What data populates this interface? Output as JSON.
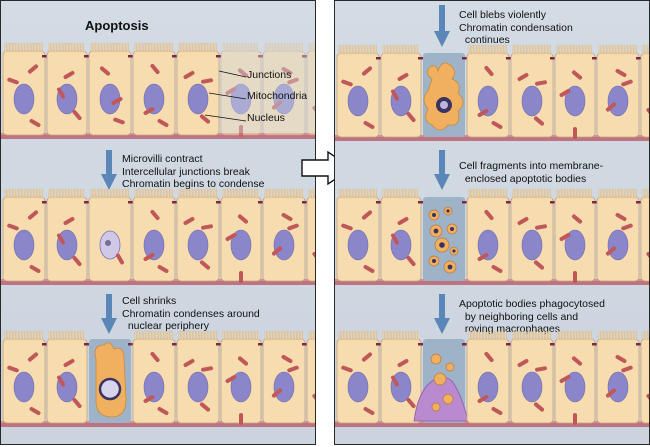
{
  "figure": {
    "title": "Apoptosis",
    "colors": {
      "background": "#cfd8e2",
      "cell_fill": "#f6dcae",
      "cell_stroke": "#c9a47a",
      "nucleus": "#8b86c9",
      "mitochondria": "#c0585a",
      "basement_membrane": "#b85a6a",
      "arrow": "#5b86b8",
      "dying_cell": "#f0b060",
      "condensed_chromatin": "#3a3360",
      "macrophage": "#b98ad0"
    },
    "labels": {
      "junctions": "Junctions",
      "mitochondria": "Mitochondria",
      "nucleus": "Nucleus"
    },
    "stages": [
      {
        "id": "stage-0",
        "caption": ""
      },
      {
        "id": "stage-1",
        "caption": "Microvilli contract\nIntercellular junctions break\nChromatin begins to condense"
      },
      {
        "id": "stage-2",
        "caption": "Cell shrinks\nChromatin condenses around\n  nuclear periphery"
      },
      {
        "id": "stage-3",
        "caption": "Cell blebs violently\nChromatin condensation\n  continues"
      },
      {
        "id": "stage-4",
        "caption": "Cell fragments into membrane-\n  enclosed apoptotic bodies"
      },
      {
        "id": "stage-5",
        "caption": "Apoptotic bodies phagocytosed\n  by neighboring cells and\n  roving macrophages"
      }
    ]
  }
}
